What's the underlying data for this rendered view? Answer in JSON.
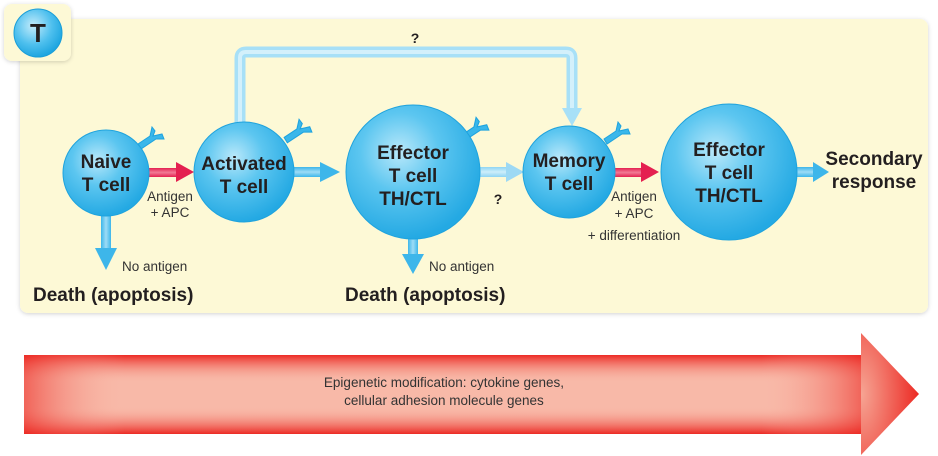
{
  "badge": {
    "letter": "T"
  },
  "colors": {
    "panel": "#fdf9d6",
    "cell": "#2fb3e8",
    "cell_light": "#a6dff7",
    "arrow_blue": "#5cc4ee",
    "arrow_red": "#e8375c",
    "band_red": "#e8261f",
    "band_light": "#f8b9a8"
  },
  "cells": [
    {
      "id": "naive",
      "lines": [
        "Naive",
        "T cell"
      ]
    },
    {
      "id": "activated",
      "lines": [
        "Activated",
        "T cell"
      ]
    },
    {
      "id": "effector1",
      "lines": [
        "Effector",
        "T cell",
        "TH/CTL"
      ]
    },
    {
      "id": "memory",
      "lines": [
        "Memory",
        "T cell"
      ]
    },
    {
      "id": "effector2",
      "lines": [
        "Effector",
        "T cell",
        "TH/CTL"
      ]
    }
  ],
  "labels": {
    "top_question": "?",
    "mid_question": "?",
    "antigen1": [
      "Antigen",
      "+ APC"
    ],
    "antigen2": [
      "Antigen",
      "+ APC",
      "+ differentiation"
    ],
    "no_antigen1": "No antigen",
    "no_antigen2": "No antigen",
    "death1": "Death (apoptosis)",
    "death2": "Death (apoptosis)",
    "secondary": [
      "Secondary",
      "response"
    ]
  },
  "band": {
    "lines": [
      "Epigenetic modification: cytokine genes,",
      "cellular adhesion molecule genes"
    ]
  }
}
